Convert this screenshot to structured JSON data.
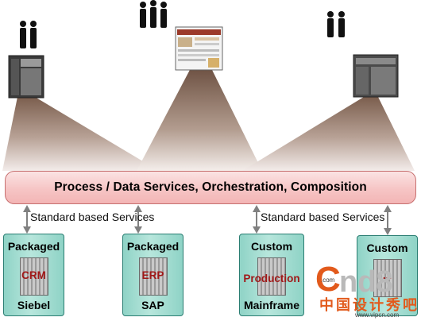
{
  "bar": {
    "label": "Process / Data Services, Orchestration, Composition"
  },
  "services": {
    "left_label": "Standard based Services",
    "right_label": "Standard based Services"
  },
  "systems": [
    {
      "top": "Packaged",
      "middle": "CRM",
      "bottom": "Siebel"
    },
    {
      "top": "Packaged",
      "middle": "ERP",
      "bottom": "SAP"
    },
    {
      "top": "Custom",
      "middle": "Production",
      "bottom": "Mainframe"
    },
    {
      "top": "Custom",
      "middle": "..."
    }
  ],
  "watermark": {
    "logo_prefix": "C",
    "logo_text": "nd8",
    "dot_com": ".com",
    "chinese": "中国设计秀吧",
    "url": "www.vipcn.com"
  },
  "colors": {
    "bar_fill": "#f6c5c5",
    "box_fill": "#a7ddd2",
    "arrow": "#808080",
    "cone": "#b29a8c"
  }
}
